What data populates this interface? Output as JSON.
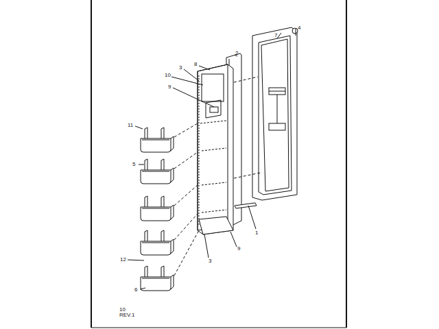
{
  "diagram": {
    "labels": [
      "4",
      "7",
      "2",
      "8",
      "3",
      "10",
      "9",
      "11",
      "5",
      "1",
      "9",
      "3",
      "12",
      "6",
      "10",
      "REV.1"
    ]
  }
}
